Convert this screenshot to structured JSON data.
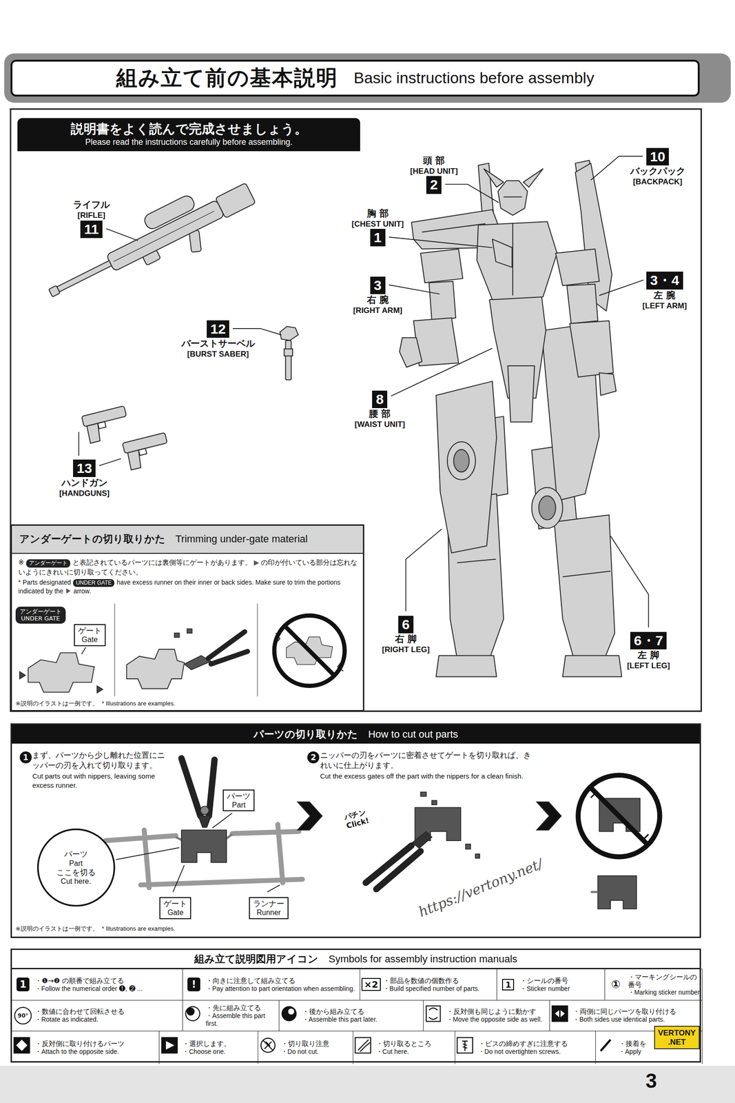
{
  "diagram": {
    "nodes": [
      {
        "text": [
          "組み立て前の基本説明",
          "Basic instructions before assembly"
        ]
      },
      {
        "text": [
          "説明書をよく読んで完成させましょう。",
          "Please read the instructions carefully before assembling."
        ]
      },
      {
        "text": [
          "頭 部",
          "[HEAD UNIT]",
          "2"
        ]
      },
      {
        "text": [
          "10",
          "バックパック",
          "[BACKPACK]"
        ]
      },
      {
        "text": [
          "ライフル",
          "[RIFLE]",
          "11"
        ]
      },
      {
        "text": [
          "胸 部",
          "[CHEST UNIT]",
          "1"
        ]
      },
      {
        "text": [
          "3",
          "右 腕",
          "[RIGHT ARM]"
        ]
      },
      {
        "text": [
          "3・4",
          "左 腕",
          "[LEFT ARM]"
        ]
      },
      {
        "text": [
          "12",
          "バーストサーベル",
          "[BURST SABER]"
        ]
      },
      {
        "text": [
          "8",
          "腰 部",
          "[WAIST UNIT]"
        ]
      },
      {
        "text": [
          "13",
          "ハンドガン",
          "[HANDGUNS]"
        ]
      },
      {
        "text": [
          "6",
          "右 脚",
          "[RIGHT LEG]"
        ]
      },
      {
        "text": [
          "6・7",
          "左 脚",
          "[LEFT LEG]"
        ]
      },
      {
        "text": [
          "アンダーゲートの切り取りかた",
          "Trimming under-gate material"
        ]
      },
      {
        "text": [
          "ゲート",
          "Gate"
        ],
        "in": 13
      },
      {
        "text": [
          "パーツの切り取りかた",
          "How to cut out parts"
        ]
      },
      {
        "text": [
          "パーツ",
          "Part"
        ],
        "in": 15
      },
      {
        "text": [
          "パーツ",
          "Part",
          "ここを切る",
          "Cut here."
        ],
        "in": 15
      },
      {
        "text": [
          "ゲート",
          "Gate"
        ],
        "in": 15
      },
      {
        "text": [
          "ランナー",
          "Runner"
        ],
        "in": 15
      },
      {
        "text": [
          "組み立て説明図用アイコン",
          "Symbols for assembly instruction manuals"
        ]
      },
      {
        "text": [
          "1",
          "・❶→❷ の順番で組み立てる",
          "・Follow the numerical order ❶, ❷ ..."
        ],
        "in": 20
      },
      {
        "text": [
          "!",
          "・向きに注意して組み立てる",
          "・Pay attention to part orientation when assembling."
        ],
        "in": 20
      },
      {
        "text": [
          "×2",
          "・部品を数値の個数作る",
          "・Build specified number of parts."
        ],
        "in": 20
      },
      {
        "text": [
          "1",
          "・シールの番号",
          "・Sticker number"
        ],
        "in": 20
      },
      {
        "text": [
          "①",
          "・マーキングシールの番号",
          "・Marking sticker number"
        ],
        "in": 20
      },
      {
        "text": [
          "90°",
          "・数値に合わせて回転させる",
          "・Rotate as indicated."
        ],
        "in": 20
      },
      {
        "text": [
          "・先に組み立てる",
          "・Assemble this part first."
        ],
        "in": 20
      },
      {
        "text": [
          "・後から組み立てる",
          "・Assemble this part later."
        ],
        "in": 20
      },
      {
        "text": [
          "・反対側も同じように動かす",
          "・Move the opposite side as well."
        ],
        "in": 20
      },
      {
        "text": [
          "・両側に同じパーツを取り付ける",
          "・Both sides use identical parts."
        ],
        "in": 20
      },
      {
        "text": [
          "・反対側に取り付けるパーツ",
          "・Attach to the opposite side."
        ],
        "in": 20
      },
      {
        "text": [
          "・選択します。",
          "・Choose one."
        ],
        "in": 20
      },
      {
        "text": [
          "・切り取り注意",
          "・Do not cut."
        ],
        "in": 20
      },
      {
        "text": [
          "・切り取るところ",
          "・Cut here."
        ],
        "in": 20
      },
      {
        "text": [
          "・ビスの締めすぎに注意する",
          "・Do not overtighten screws."
        ],
        "in": 20
      },
      {
        "text": [
          "・接着を",
          "・Apply"
        ],
        "in": 20
      }
    ],
    "labels": [
      "※",
      "アンダーゲート",
      "と表記されているパーツには裏側等にゲートがあります。",
      "▶",
      "の印が付いている部分は忘れないようにきれいに切り取ってください。",
      "* Parts designated",
      "UNDER GATE",
      "have excess runner on their inner or back sides. Make sure to trim the portions indicated by the",
      "▶",
      "arrow.",
      "アンダーゲート",
      "UNDER GATE",
      "※説明のイラストは一例です。",
      "* Illustrations are examples.",
      "1",
      "まず、パーツから少し離れた位置にニッパーの刃を入れて切り取ります。",
      "Cut parts out with nippers, leaving some excess runner.",
      "2",
      "ニッパーの刃をパーツに密着させてゲートを切り取れば、きれいに仕上がります。",
      "Cut the excess gates off the part with the nippers for a clean finish.",
      "パチン",
      "Click!",
      "※説明のイラストは一例です。",
      "* Illustrations are examples.",
      "https://vertony.net/",
      "VERTONY",
      ".NET",
      "3"
    ]
  }
}
